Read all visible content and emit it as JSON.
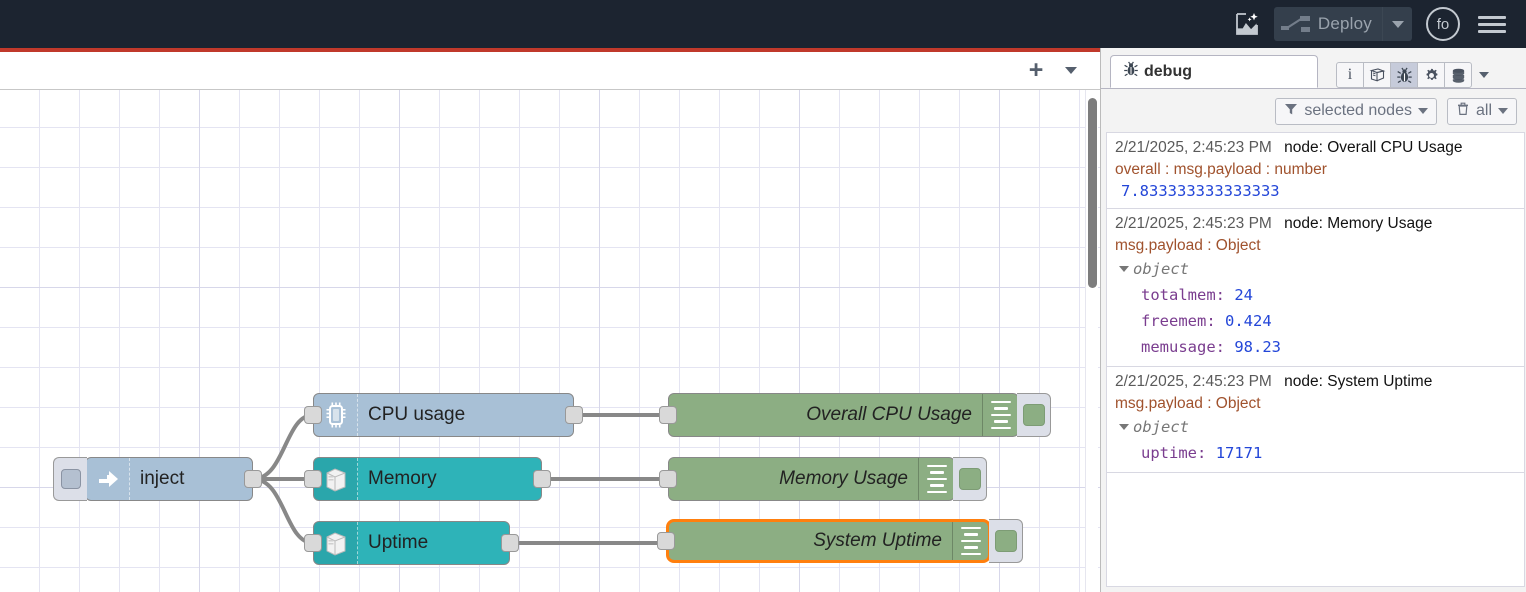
{
  "header": {
    "flow_ai_icon": "flow-sparkle-icon",
    "deploy": {
      "label": "Deploy",
      "icon": "deploy-icon",
      "caret": "chevron-down-icon",
      "disabled": true
    },
    "user_initials": "fo",
    "menu_icon": "hamburger-icon"
  },
  "canvas": {
    "add_tab_label": "+",
    "tab_menu_icon": "chevron-down-icon",
    "nodes": [
      {
        "id": "inject",
        "label": "inject",
        "type": "inject",
        "icon": "arrow-right-icon",
        "color": "#a8c0d6",
        "selected": false
      },
      {
        "id": "cpu-usage",
        "label": "CPU usage",
        "type": "sensor",
        "icon": "cpu-chip-icon",
        "color": "#a8c0d6",
        "selected": false
      },
      {
        "id": "memory",
        "label": "Memory",
        "type": "sensor",
        "icon": "server-box-icon",
        "color": "#2eb3b8",
        "selected": false
      },
      {
        "id": "uptime",
        "label": "Uptime",
        "type": "sensor",
        "icon": "server-box-icon",
        "color": "#2eb3b8",
        "selected": false
      },
      {
        "id": "overall-cpu",
        "label": "Overall CPU Usage",
        "type": "debug",
        "icon": "debug-lines-icon",
        "color": "#8cae83",
        "selected": false
      },
      {
        "id": "memory-usage",
        "label": "Memory Usage",
        "type": "debug",
        "icon": "debug-lines-icon",
        "color": "#8cae83",
        "selected": false
      },
      {
        "id": "system-uptime",
        "label": "System Uptime",
        "type": "debug",
        "icon": "debug-lines-icon",
        "color": "#8cae83",
        "selected": true
      }
    ]
  },
  "sidebar": {
    "tab": {
      "label": "debug",
      "icon": "bug-icon"
    },
    "tools": [
      {
        "name": "info-icon",
        "glyph": "i",
        "active": false
      },
      {
        "name": "help-book-icon",
        "glyph": "",
        "active": false
      },
      {
        "name": "bug-icon",
        "glyph": "",
        "active": true
      },
      {
        "name": "gear-icon",
        "glyph": "",
        "active": false
      },
      {
        "name": "context-data-icon",
        "glyph": "",
        "active": false
      }
    ],
    "filters": {
      "node_filter": {
        "label": "selected nodes",
        "icon": "filter-icon",
        "caret": "chevron-down-icon"
      },
      "clear": {
        "label": "all",
        "icon": "trash-icon",
        "caret": "chevron-down-icon"
      }
    },
    "messages": [
      {
        "time": "2/21/2025, 2:45:23 PM",
        "node": "node: Overall CPU Usage",
        "topic": "overall : msg.payload : number",
        "kind": "value",
        "value": "7.833333333333333"
      },
      {
        "time": "2/21/2025, 2:45:23 PM",
        "node": "node: Memory Usage",
        "topic": "msg.payload : Object",
        "kind": "object",
        "object_label": "object",
        "entries": [
          {
            "key": "totalmem",
            "value": "24"
          },
          {
            "key": "freemem",
            "value": "0.424"
          },
          {
            "key": "memusage",
            "value": "98.23"
          }
        ]
      },
      {
        "time": "2/21/2025, 2:45:23 PM",
        "node": "node: System Uptime",
        "topic": "msg.payload : Object",
        "kind": "object",
        "object_label": "object",
        "entries": [
          {
            "key": "uptime",
            "value": "17171"
          }
        ]
      }
    ]
  },
  "colors": {
    "header_bg": "#1c2430",
    "accent_red": "#c0392b",
    "select_orange": "#ff7f0e",
    "node_blue": "#a8c0d6",
    "node_teal": "#2eb3b8",
    "node_green": "#8cae83"
  }
}
